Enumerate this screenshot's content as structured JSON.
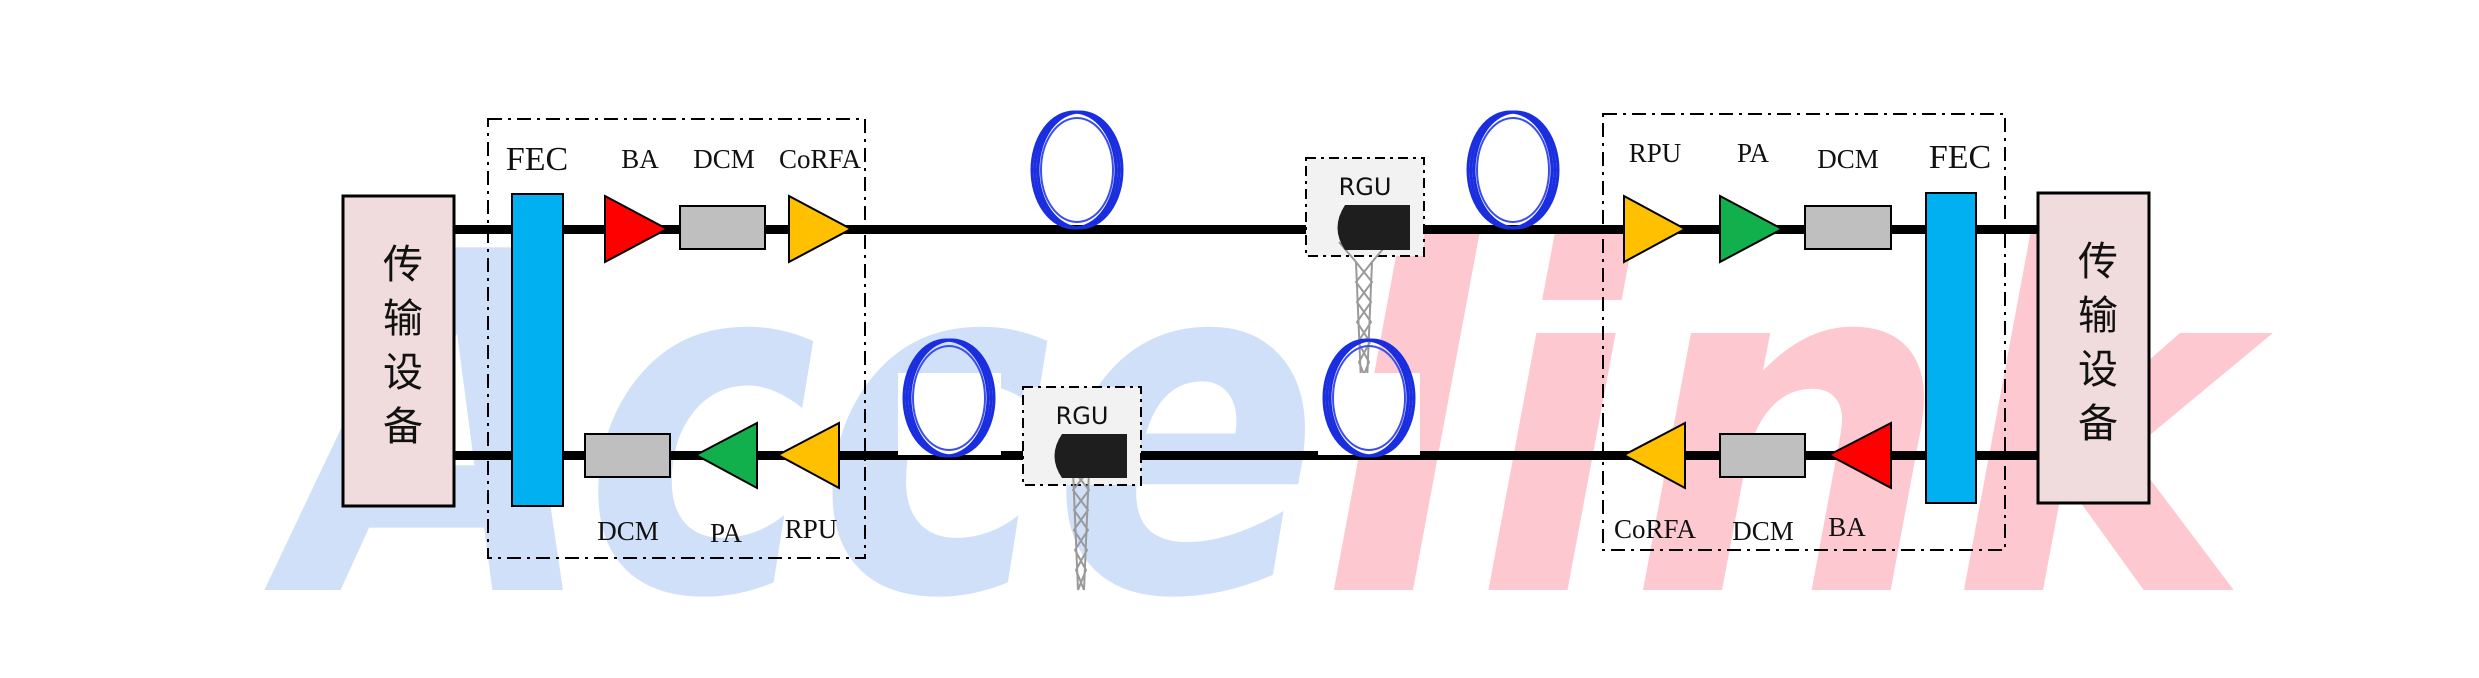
{
  "watermark": {
    "part1": "Acce",
    "part2": "link",
    "color1": "#cfe0f8",
    "color2": "#fdc8d0"
  },
  "colors": {
    "ba": "#ff0000",
    "corfa": "#ffc000",
    "rpu": "#ffc000",
    "pa": "#12b04c",
    "dcm": "#bfbfbf",
    "fec": "#00b0f0",
    "equipment": "#f0dcdc",
    "fiber": "#1a2ee0"
  },
  "left_terminal": {
    "equipment_label": "传输设备",
    "top_labels": {
      "fec": "FEC",
      "ba": "BA",
      "dcm": "DCM",
      "corfa": "CoRFA"
    },
    "bottom_labels": {
      "dcm": "DCM",
      "pa": "PA",
      "rpu": "RPU"
    }
  },
  "right_terminal": {
    "equipment_label": "传输设备",
    "top_labels": {
      "rpu": "RPU",
      "pa": "PA",
      "dcm": "DCM",
      "fec": "FEC"
    },
    "bottom_labels": {
      "corfa": "CoRFA",
      "dcm": "DCM",
      "ba": "BA"
    }
  },
  "rgu_top": {
    "label": "RGU"
  },
  "rgu_bottom": {
    "label": "RGU"
  }
}
